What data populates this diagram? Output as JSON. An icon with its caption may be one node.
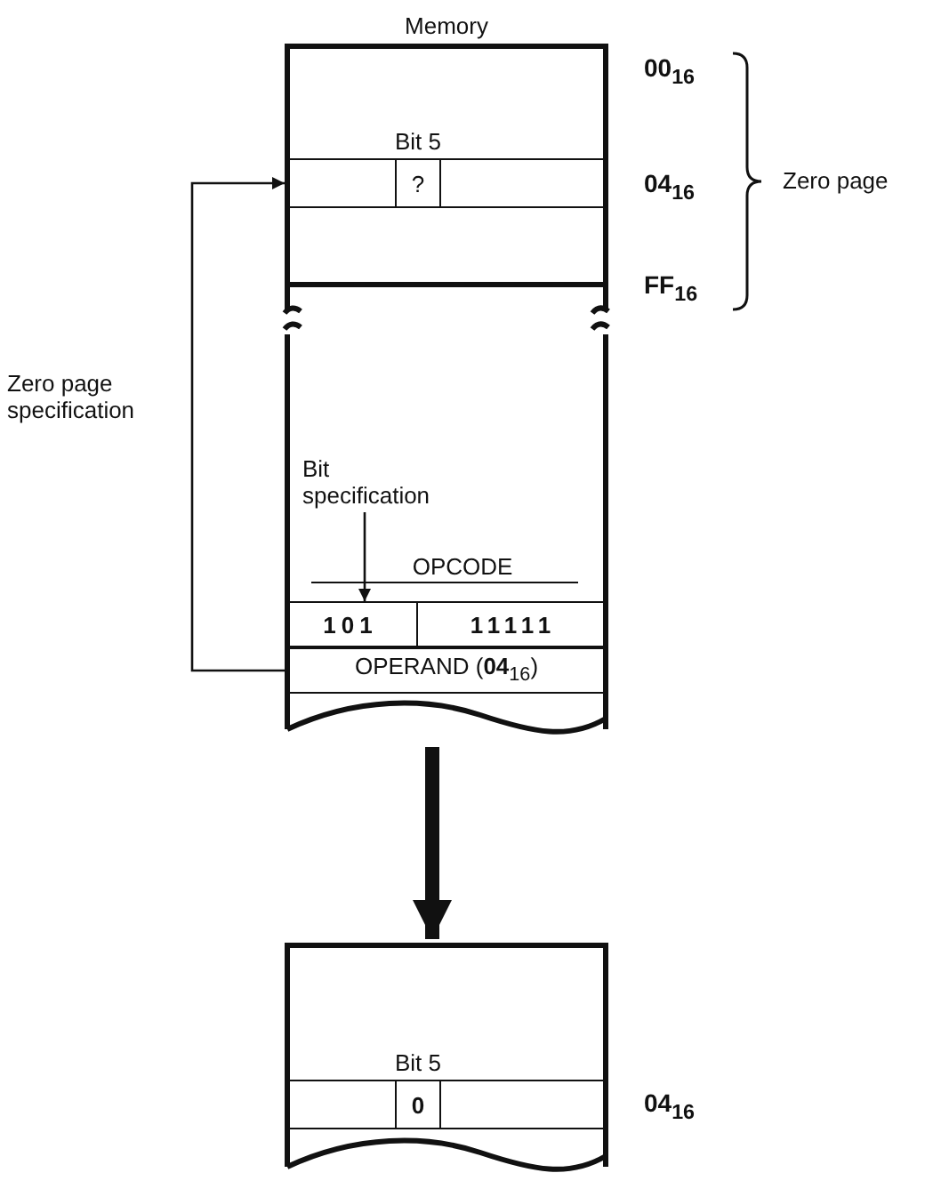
{
  "diagram": {
    "nodes": [
      {
        "text": [
          "Memory"
        ]
      },
      {
        "text": [],
        "shape": "box",
        "in": 0
      },
      {
        "text": [
          "Bit 5",
          "?"
        ],
        "in": 1
      },
      {
        "text": [
          "Bit specification"
        ],
        "in": 0
      },
      {
        "text": [
          "OPCODE"
        ],
        "in": 0
      },
      {
        "text": [
          "101"
        ],
        "in": 4
      },
      {
        "text": [
          "11111"
        ],
        "in": 4
      },
      {
        "text": [
          "OPERAND (**04**$_{16}$)"
        ],
        "in": 0
      },
      {
        "text": [],
        "shape": "box"
      },
      {
        "text": [],
        "shape": "box",
        "in": 8
      },
      {
        "text": [
          "Bit 5",
          "0"
        ],
        "in": 9
      }
    ],
    "edges": [
      {
        "from": 7,
        "to": 1,
        "arrow": "to",
        "label": "Zero page specification"
      },
      {
        "from": 3,
        "to": 5,
        "arrow": "to"
      },
      {
        "from": 0,
        "to": 8,
        "arrow": "to",
        "style": "thick"
      }
    ],
    "labels": [
      "00$_{16}$",
      "04$_{16}$",
      "Zero page",
      "FF$_{16}$",
      "04$_{16}$"
    ]
  }
}
